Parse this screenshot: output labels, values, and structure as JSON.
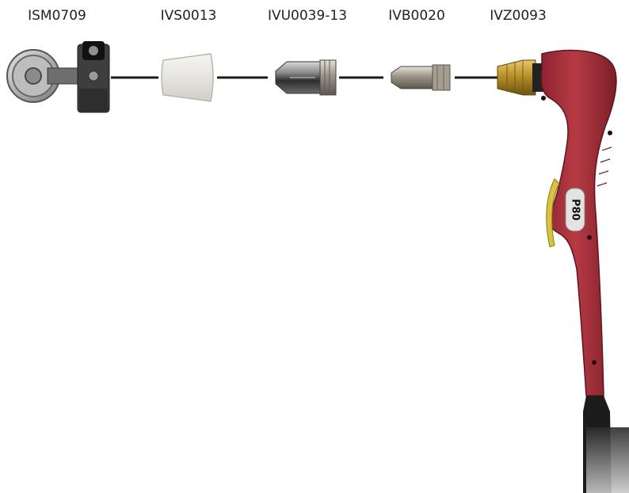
{
  "parts": [
    {
      "code": "ISM0709"
    },
    {
      "code": "IVS0013"
    },
    {
      "code": "IVU0039-13"
    },
    {
      "code": "IVB0020"
    },
    {
      "code": "IVZ0093"
    }
  ],
  "torch": {
    "model_badge": "P80"
  },
  "colors": {
    "connector": "#1a1a1a",
    "torch_body": "#a8303a",
    "ceramic": "#e9e7e2",
    "brass": "#b9922e",
    "trigger": "#d8c23e"
  }
}
